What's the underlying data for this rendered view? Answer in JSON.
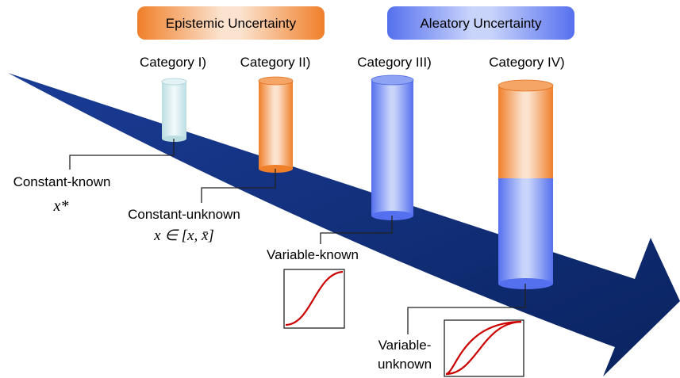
{
  "headers": {
    "epistemic": "Epistemic Uncertainty",
    "aleatory": "Aleatory Uncertainty"
  },
  "categories": [
    {
      "label": "Category I)"
    },
    {
      "label": "Category II)"
    },
    {
      "label": "Category III)"
    },
    {
      "label": "Category IV)"
    }
  ],
  "descriptions": {
    "constant_known": "Constant-known",
    "constant_known_math": "x*",
    "constant_unknown": "Constant-unknown",
    "constant_unknown_math": "x ∈ [x, x̄]",
    "variable_known": "Variable-known",
    "variable_unknown_line1": "Variable-",
    "variable_unknown_line2": "unknown"
  },
  "colors": {
    "epistemic": "#f08a3c",
    "aleatory": "#5b7cf0",
    "known": "#d8eef0",
    "arrow": "#0d2a78",
    "curve": "#cc0000"
  }
}
